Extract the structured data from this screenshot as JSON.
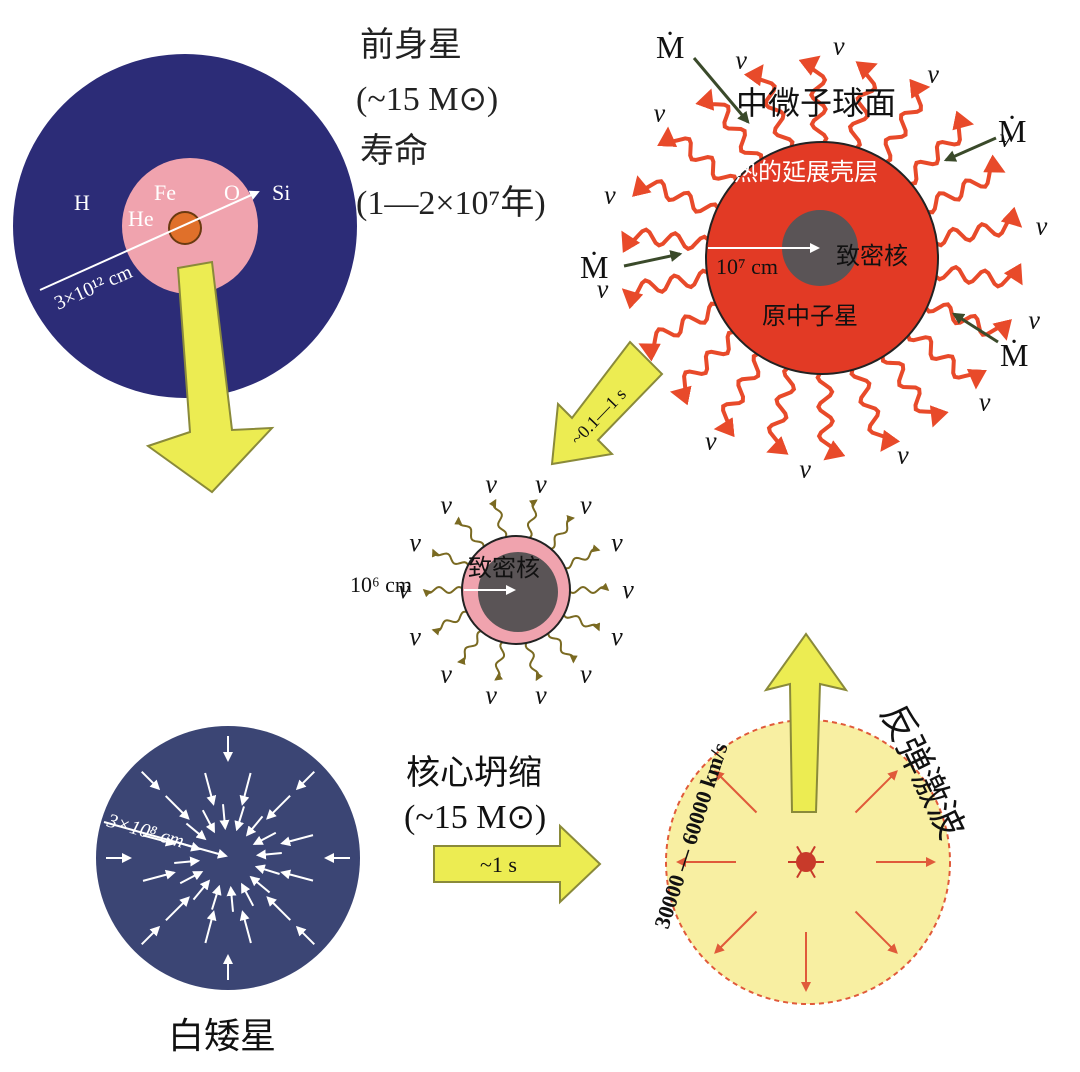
{
  "progenitor": {
    "title": "前身星",
    "mass": "(~15 M⊙)",
    "lifetime_label": "寿命",
    "lifetime_value": "(1—2×10⁷年)",
    "layers": [
      "H",
      "Fe",
      "O",
      "Si",
      "He"
    ],
    "radius": "3×10¹² cm",
    "colors": {
      "envelope": "#2c2c77",
      "inner": "#f0a3ae",
      "core": "#e0702a"
    }
  },
  "protoneutron": {
    "neutrinosphere": "中微子球面",
    "hot_mantle": "热的延展壳层",
    "core": "致密核",
    "name": "原中子星",
    "radius": "10⁷ cm",
    "accretion": "Ṁ",
    "neutrino": "v",
    "colors": {
      "body": "#e23a25",
      "core": "#5a5456",
      "rays": "#e84a2a"
    }
  },
  "transition_time": "~0.1—1 s",
  "compact_core": {
    "label": "致密核",
    "radius": "10⁶ cm",
    "neutrino": "v",
    "colors": {
      "ring": "#f0a3ae",
      "core": "#5a5456"
    }
  },
  "white_dwarf": {
    "name": "白矮星",
    "radius": "3×10⁸ cm",
    "colors": {
      "body": "#3b4574"
    }
  },
  "collapse": {
    "title": "核心坍缩",
    "mass": "(~15 M⊙)",
    "time": "~1 s"
  },
  "bounce": {
    "title": "反弹激波",
    "speed": "30000 — 60000 km/s",
    "colors": {
      "body": "#f8efa2",
      "arrows": "#e05a3a"
    }
  },
  "arrow_color": "#ecec52"
}
